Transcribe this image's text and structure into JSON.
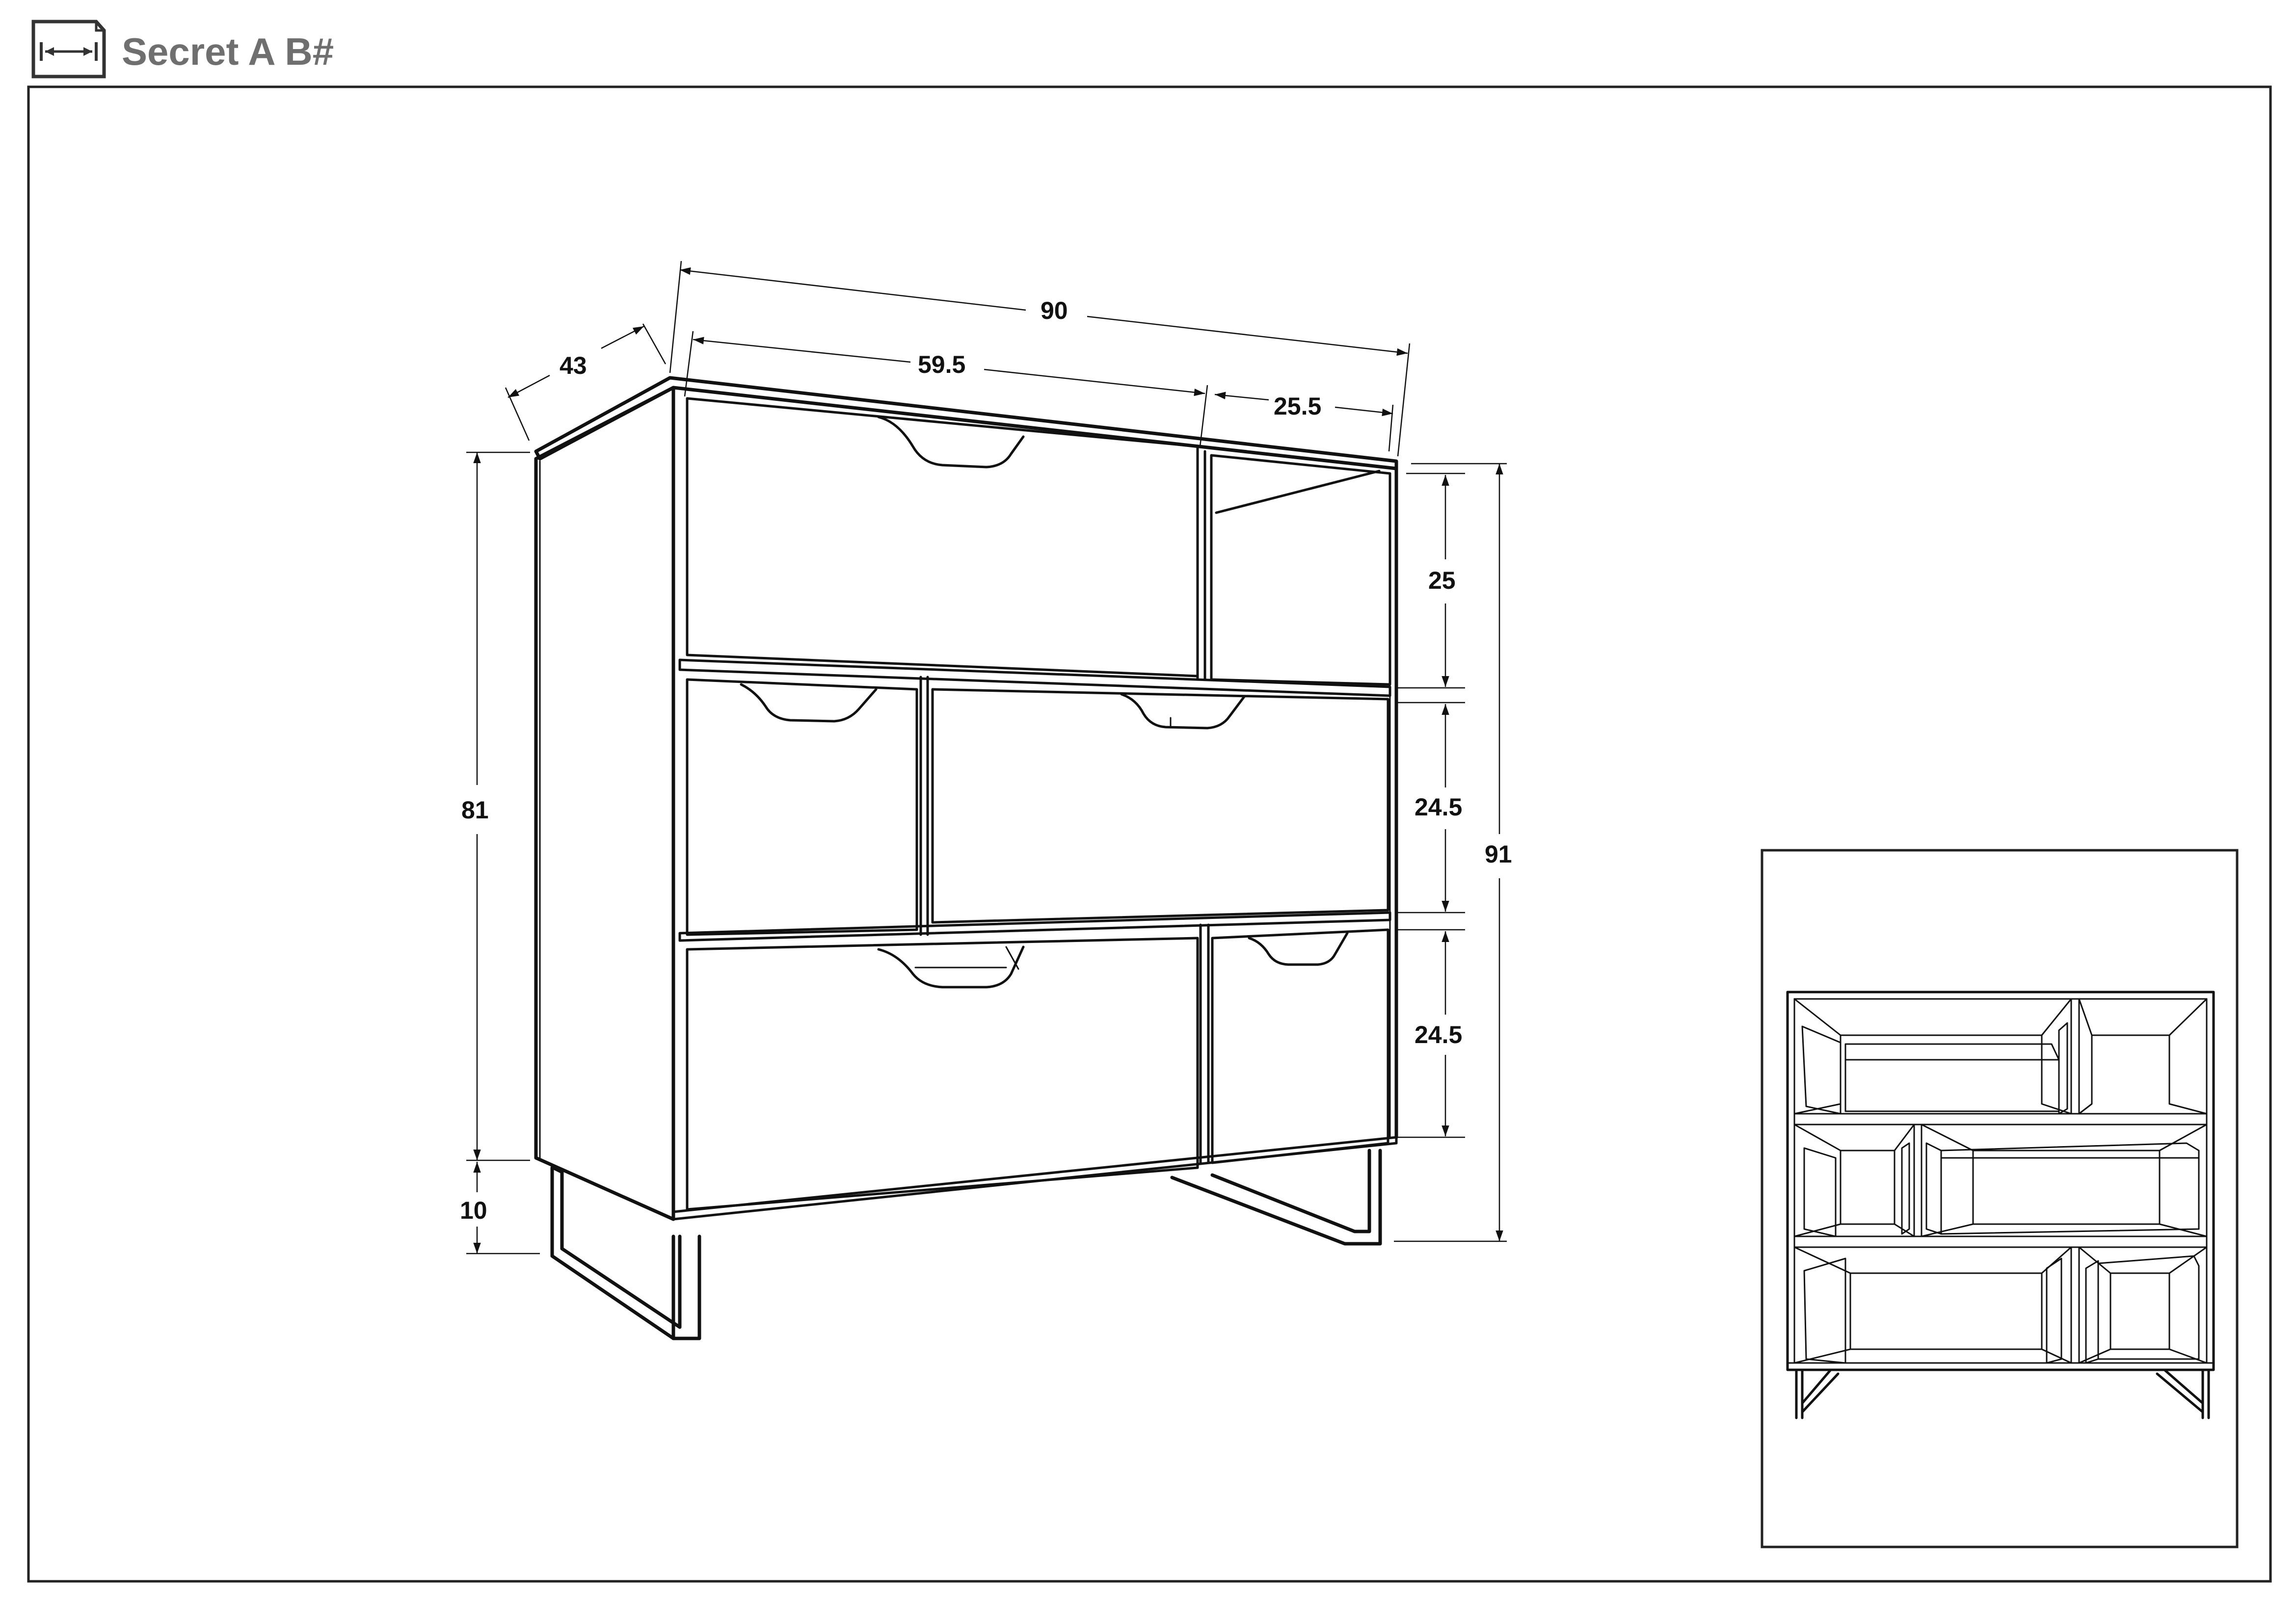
{
  "header": {
    "title": "Secret A B#",
    "icon": "width-dimension-icon",
    "title_color": "#6f6f6f"
  },
  "dimensions": {
    "total_width": "90",
    "drawer_width": "59.5",
    "shelf_width": "25.5",
    "depth": "43",
    "body_height": "81",
    "leg_height": "10",
    "total_height": "91",
    "top_row_height": "25",
    "middle_row_height": "24.5",
    "bottom_row_height": "24.5"
  }
}
